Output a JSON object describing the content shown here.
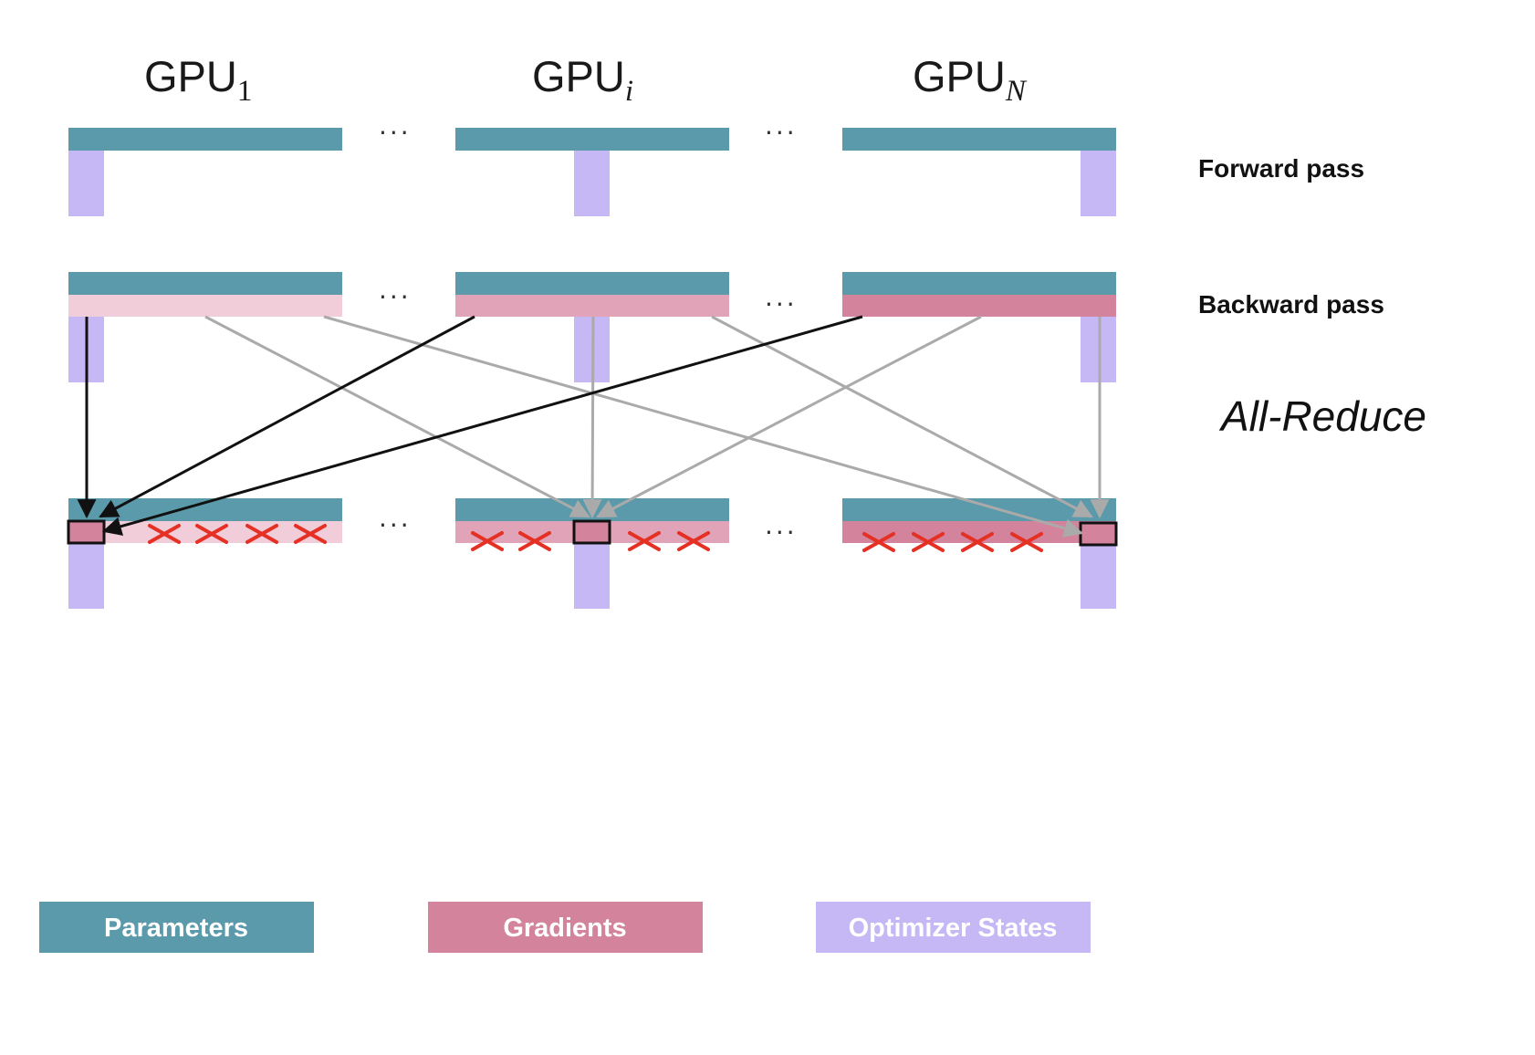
{
  "gpus": [
    {
      "name": "GPU",
      "subscript": "1"
    },
    {
      "name": "GPU",
      "subscript": "i"
    },
    {
      "name": "GPU",
      "subscript": "N"
    }
  ],
  "ellipsis": "···",
  "rows": {
    "forward": "Forward pass",
    "backward": "Backward pass",
    "allreduce": "All-Reduce"
  },
  "legend": {
    "parameters": "Parameters",
    "gradients": "Gradients",
    "optimizer_states": "Optimizer States"
  },
  "colors": {
    "parameters": "#5b9aab",
    "gradient_light": "#f0cdd9",
    "gradient_mid": "#e0a3b7",
    "gradient_dark": "#d4839d",
    "optimizer": "#c5b8f4",
    "arrow_black": "#111111",
    "arrow_gray": "#aaaaaa",
    "cross": "#e53024"
  }
}
